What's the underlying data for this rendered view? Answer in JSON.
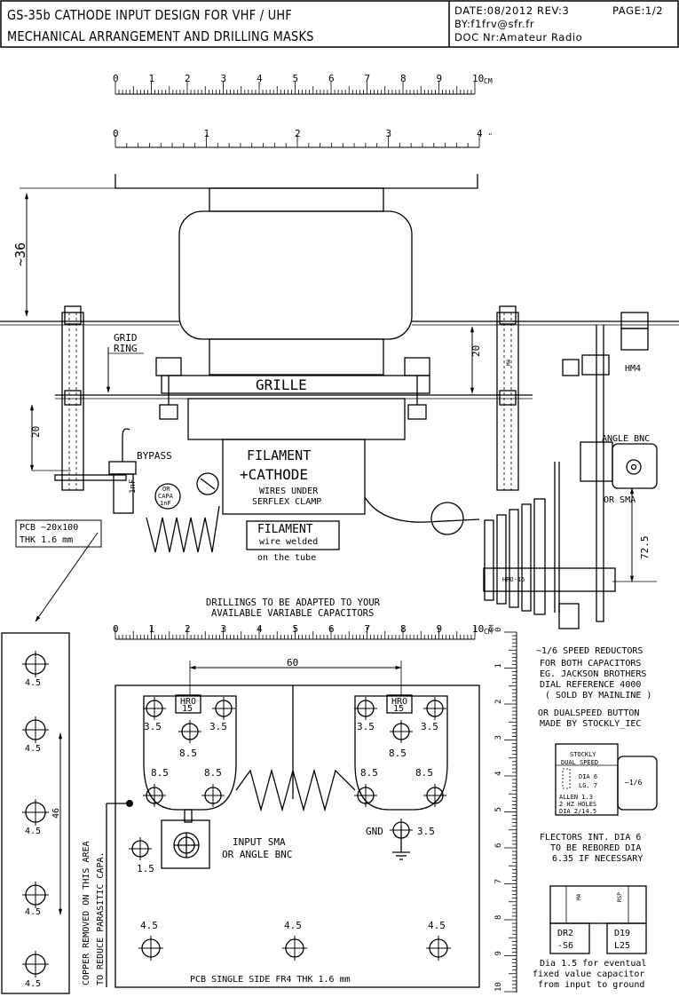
{
  "title_block": {
    "title_line1": "GS-35b CATHODE INPUT DESIGN FOR VHF / UHF",
    "title_line2": "MECHANICAL ARRANGEMENT AND DRILLING MASKS",
    "date": "DATE:08/2012 REV:3",
    "page": "PAGE:1/2",
    "by": "BY:f1frv@sfr.fr",
    "doc": "DOC Nr:Amateur Radio"
  },
  "rulers": {
    "cm_labels": [
      "0",
      "1",
      "2",
      "3",
      "4",
      "5",
      "6",
      "7",
      "8",
      "9",
      "10"
    ],
    "cm_unit": "CM",
    "inch_labels": [
      "0",
      "1",
      "2",
      "3",
      "4"
    ],
    "inch_unit": "\""
  },
  "assembly": {
    "dim_height": "~36",
    "dim_left": "20",
    "dim_right_upper": "20",
    "dim_right_lower": "72.5",
    "grid_ring": "GRID",
    "grid_ring2": "RING",
    "grille": "GRILLE",
    "bypass": "BYPASS",
    "capa_note": "1nF",
    "capa_circle1": "OR",
    "capa_circle2": "CAPA",
    "capa_circle3": "1nF",
    "filament1": "FILAMENT",
    "filament2": "+CATHODE",
    "filament3": "WIRES UNDER",
    "filament4": "SERFLEX CLAMP",
    "filament_box1": "FILAMENT",
    "filament_box2": "wire welded",
    "filament_box3": "on the tube",
    "pcb1": "PCB ~20x100",
    "pcb2": "THK 1.6 mm",
    "hm4": "HM4",
    "angle_bnc": "ANGLE BNC",
    "or_sma": "OR SMA",
    "hro_label": "HRO-15",
    "m4": "M4"
  },
  "drilling": {
    "heading1": "DRILLINGS TO BE ADAPTED TO YOUR",
    "heading2": "AVAILABLE VARIABLE CAPACITORS",
    "dim_60": "60",
    "dim_46": "46",
    "hro": "HRO",
    "hro_num": "15",
    "d35": "3.5",
    "d85": "8.5",
    "d45": "4.5",
    "d15": "1.5",
    "gnd": "GND",
    "input_sma1": "INPUT SMA",
    "input_sma2": "OR ANGLE BNC",
    "pcb_side": "PCB SINGLE SIDE FR4 THK 1.6 mm",
    "copper1": "COPPER REMOVED ON THIS AREA",
    "copper2": "TO REDUCE PARASITIC CAPA.",
    "strip_d45": "4.5",
    "v_cm": "CM"
  },
  "notes": {
    "reductors1": "~1/6 SPEED REDUCTORS",
    "reductors2": "FOR BOTH CAPACITORS",
    "reductors3": "EG. JACKSON BROTHERS",
    "reductors4": "DIAL REFERENCE 4000",
    "reductors5": "( SOLD BY MAINLINE )",
    "dual1": "OR DUALSPEED BUTTON",
    "dual2": "MADE BY STOCKLY_IEC",
    "stockly1": "STOCKLY",
    "stockly2": "DUAL SPEED",
    "stockly3": "DIA 6",
    "stockly4": "LG. 7",
    "stockly5": "ALLEN 1.3",
    "stockly6": "2 HZ HOLES",
    "stockly7": "DIA 2/14.5",
    "stockly_ratio": "~1/6",
    "flectors1": "FLECTORS INT. DIA 6",
    "flectors2": "TO BE REBORED DIA",
    "flectors3": "6.35 IF NECESSARY",
    "flector_a": "DR2",
    "flector_b": "-S6",
    "flector_c": "D19",
    "flector_d": "L25",
    "flector_m4": "M4",
    "flector_rsp": "RSP",
    "dia1": "Dia 1.5 for eventual",
    "dia2": "fixed value capacitor",
    "dia3": "from input to ground"
  }
}
